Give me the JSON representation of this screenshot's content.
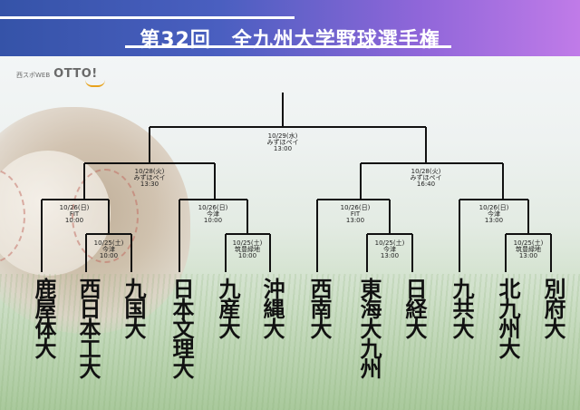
{
  "title": "第32回　全九州大学野球選手権",
  "logo": {
    "small_text": "西スポWEB",
    "brand": "OTTO!"
  },
  "teams": [
    "鹿屋体大",
    "西日本工大",
    "九国大",
    "日本文理大",
    "九産大",
    "沖縄大",
    "西南大",
    "東海大九州",
    "日経大",
    "九共大",
    "北九州大",
    "別府大"
  ],
  "matches": [
    {
      "id": "r1a",
      "lines": [
        "10/26(日)",
        "FIT",
        "10:00"
      ]
    },
    {
      "id": "r1b",
      "lines": [
        "10/25(土)",
        "今津",
        "10:00"
      ]
    },
    {
      "id": "r1c",
      "lines": [
        "10/26(日)",
        "今津",
        "10:00"
      ]
    },
    {
      "id": "r1d",
      "lines": [
        "10/25(土)",
        "筑豊緑地",
        "10:00"
      ]
    },
    {
      "id": "r1e",
      "lines": [
        "10/26(日)",
        "FIT",
        "13:00"
      ]
    },
    {
      "id": "r1f",
      "lines": [
        "10/25(土)",
        "今津",
        "13:00"
      ]
    },
    {
      "id": "r1g",
      "lines": [
        "10/26(日)",
        "今津",
        "13:00"
      ]
    },
    {
      "id": "r1h",
      "lines": [
        "10/25(土)",
        "筑豊緑地",
        "13:00"
      ]
    },
    {
      "id": "sf1",
      "lines": [
        "10/28(火)",
        "みずほペイ",
        "13:30"
      ]
    },
    {
      "id": "sf2",
      "lines": [
        "10/28(火)",
        "みずほペイ",
        "16:40"
      ]
    },
    {
      "id": "final",
      "lines": [
        "10/29(水)",
        "みずほペイ",
        "13:00"
      ]
    }
  ]
}
